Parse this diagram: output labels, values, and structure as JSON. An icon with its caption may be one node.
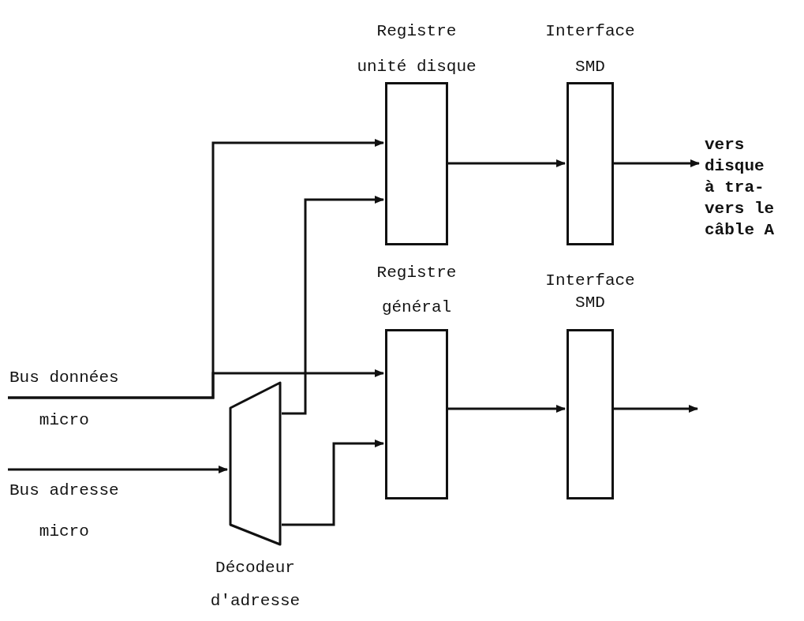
{
  "diagram": {
    "nodes": [
      {
        "text": [
          "Registre unité disque"
        ]
      },
      {
        "text": [
          "Interface SMD"
        ]
      },
      {
        "text": [
          "Registre général"
        ]
      },
      {
        "text": [
          "Interface SMD"
        ]
      },
      {
        "text": [
          "Décodeur d'adresse"
        ]
      },
      {
        "text": [
          "Bus données micro"
        ]
      },
      {
        "text": [
          "Bus adresse micro"
        ]
      },
      {
        "text": [
          "vers disque à tra- vers le câble A"
        ]
      }
    ],
    "edges": [
      {
        "from": 5,
        "to": 0,
        "arrow": "to"
      },
      {
        "from": 5,
        "to": 2,
        "arrow": "to"
      },
      {
        "from": 6,
        "to": 4,
        "arrow": "to"
      },
      {
        "from": 4,
        "to": 0,
        "arrow": "to"
      },
      {
        "from": 4,
        "to": 2,
        "arrow": "to"
      },
      {
        "from": 0,
        "to": 1,
        "arrow": "to"
      },
      {
        "from": 1,
        "to": 7,
        "arrow": "to"
      },
      {
        "from": 2,
        "to": 3,
        "arrow": "to"
      },
      {
        "from": 3,
        "to": null,
        "arrow": "to"
      }
    ]
  }
}
